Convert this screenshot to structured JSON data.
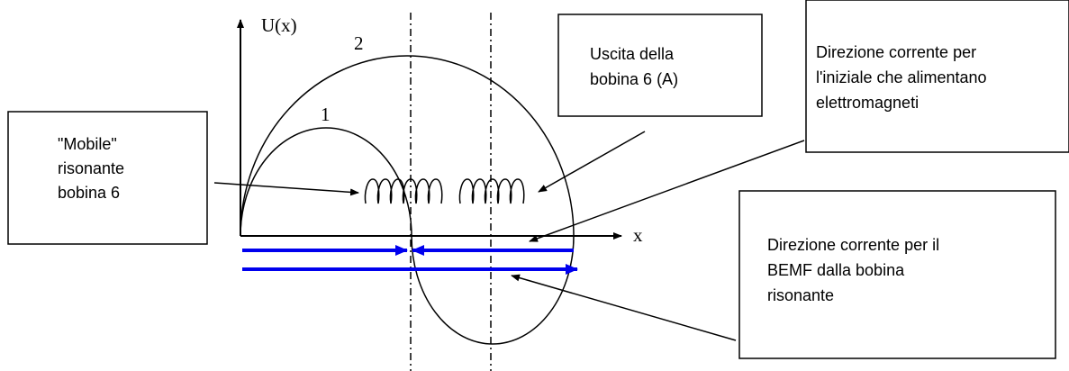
{
  "axes": {
    "y_label": "U(x)",
    "x_label": "x"
  },
  "curves": {
    "curve_1_label": "1",
    "curve_2_label": "2"
  },
  "callouts": {
    "mobile_coil": {
      "lines": [
        "\"Mobile\"",
        "risonante",
        "bobina 6"
      ]
    },
    "coil_output": {
      "lines": [
        "Uscita della",
        "bobina 6 (A)"
      ]
    },
    "initial_current": {
      "lines": [
        "Direzione corrente per",
        "l'iniziale che alimentano",
        "elettromagneti"
      ]
    },
    "bemf_current": {
      "lines": [
        "Direzione corrente per il",
        "BEMF dalla bobina",
        "risonante"
      ]
    }
  },
  "colors": {
    "current_arrow": "#0000ee",
    "line": "#000000",
    "background": "#ffffff"
  }
}
